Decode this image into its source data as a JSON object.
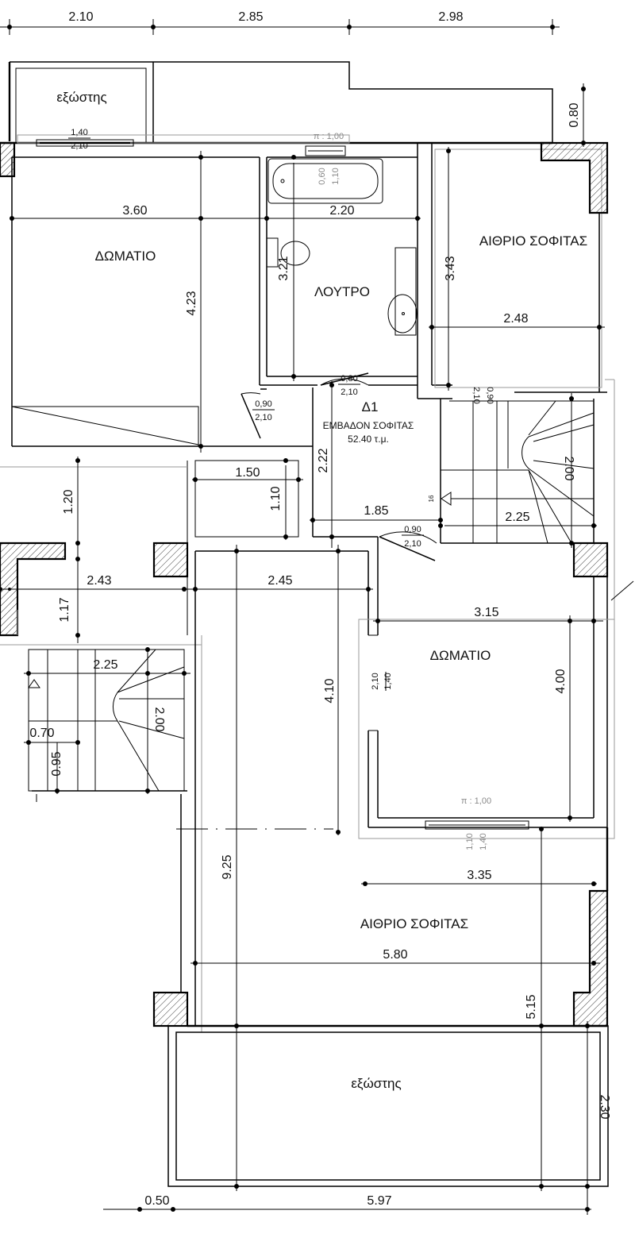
{
  "top_dims": [
    "2.10",
    "2.85",
    "2.98"
  ],
  "rooms": {
    "balcony_top": "εξώστης",
    "room_left": "ΔΩΜΑΤΙΟ",
    "bath": "ΛΟΥΤΡΟ",
    "atrium_right": "ΑΙΘΡΙΟ ΣΟΦΙΤΑΣ",
    "room_right": "ΔΩΜΑΤΙΟ",
    "atrium_bottom": "ΑΙΘΡΙΟ ΣΟΦΙΤΑΣ",
    "balcony_bottom": "εξώστης"
  },
  "center": {
    "code": "Δ1",
    "area_label": "ΕΜΒΑΔΟΝ ΣΟΦΙΤΑΣ",
    "area_value": "52.40 τ.μ."
  },
  "dims": {
    "d080": "0.80",
    "d360": "3.60",
    "d220": "2.20",
    "d423": "4.23",
    "d321": "3.21",
    "d343": "3.43",
    "d248": "2.48",
    "d222": "2.22",
    "d150": "1.50",
    "d110": "1.10",
    "d120": "1.20",
    "d185": "1.85",
    "d200a": "2.00",
    "d225a": "2.25",
    "d243": "2.43",
    "d245": "2.45",
    "d117": "1.17",
    "d315": "3.15",
    "d400": "4.00",
    "d410": "4.10",
    "d225b": "2.25",
    "d200b": "2.00",
    "d070": "0.70",
    "d095": "0.95",
    "d925": "9.25",
    "d335": "3.35",
    "d580": "5.80",
    "d515": "5.15",
    "d230": "2.30",
    "d050": "0.50",
    "d597": "5.97"
  },
  "openings": {
    "w1_top": "1,40",
    "w1_bot": "2,10",
    "pi_top": "π : 1,00",
    "bath_w_a": "0,60",
    "bath_w_b": "1,10",
    "door1_top": "0,80",
    "door1_bot": "2,10",
    "door2_top": "0,90",
    "door2_bot": "2,10",
    "door3_a": "0,90",
    "door3_b": "2,10",
    "door4_top": "0,90",
    "door4_bot": "2,10",
    "door5_a": "1,40",
    "door5_b": "2,10",
    "pi_bottom": "π : 1,00",
    "w2_a": "1,40",
    "w2_b": "1,10",
    "stair_mark": "16"
  }
}
